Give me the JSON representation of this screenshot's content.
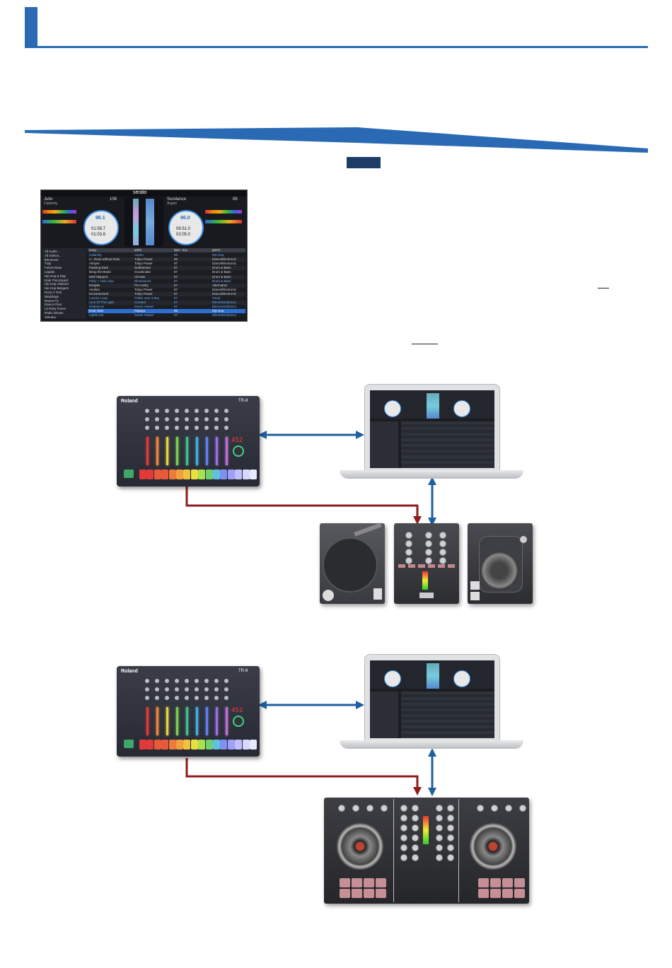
{
  "badge": {
    "label": ""
  },
  "colors": {
    "accent_blue": "#2a6ab5",
    "connector_blue": "#1f5fa0",
    "connector_red": "#8e1c1c",
    "badge_bg": "#1d3d66"
  },
  "tr8": {
    "brand": "Roland",
    "model": "TR-8",
    "display": "452"
  },
  "serato": {
    "deck_left": {
      "artist": "Julio",
      "track": "Calamity",
      "bpm": "106",
      "time1": "01:58.7",
      "time2": "01:03.6",
      "bpm_label": "96.1"
    },
    "deck_right": {
      "artist": "Sundance",
      "track": "Aspen",
      "bpm": "88",
      "time1": "06:51.0",
      "time2": "02:05.0",
      "bpm_label": "96.0"
    },
    "brand": "serato",
    "library_columns": [
      "song",
      "artist",
      "bpm",
      "key",
      "genre"
    ],
    "crates": [
      "All Audio...",
      "All Videos...",
      "Electronic",
      "Trap",
      "Future Bass",
      "Liquids",
      "Hip Hop & Rap",
      "Dark Trenchyard",
      "Hip Hop Classics",
      "Hip Hop Bangers",
      "Rock n' Roll",
      "Weddings",
      "Dance FC",
      "Dance Floor",
      "Lit Party Tunes",
      "Radio Shows",
      "January"
    ],
    "tracks": [
      [
        "Calamity",
        "Aspen",
        "96",
        "",
        "Hip Hop"
      ],
      [
        "A - Rose without Rain",
        "Tokyo Power",
        "96",
        "",
        "Dance/Electronic"
      ],
      [
        "Ashyes",
        "Tokyo Power",
        "87",
        "",
        "Dance/Electronic"
      ],
      [
        "Painting Dark",
        "Nubbiesaur",
        "87",
        "",
        "Drum & Bass"
      ],
      [
        "Bring the Beats",
        "Goodsnake",
        "87",
        "",
        "Drum & Bass"
      ],
      [
        "Well Skipped",
        "Climate",
        "87",
        "",
        "Drum & Bass"
      ],
      [
        "Party + Holic.wav",
        "Dimensions",
        "87",
        "",
        "Drum & Bass"
      ],
      [
        "Respite",
        "Pro Guilty",
        "87",
        "",
        "Alternative"
      ],
      [
        "Aeolian",
        "Tokyo Power",
        "87",
        "",
        "Dance/Electronic"
      ],
      [
        "Knockdorwed",
        "Tokyo Power",
        "87",
        "",
        "Dance/Electronic"
      ],
      [
        "Loveee Loop",
        "Pollen over a Boy",
        "87",
        "",
        "Vocal"
      ],
      [
        "Arch Of The Light",
        "Curated",
        "87",
        "",
        "Electronic/Dance"
      ],
      [
        "Radiances",
        "Green Viewer",
        "87",
        "",
        "Electronic/Dance"
      ],
      [
        "Real Vibin",
        "Papaya",
        "96",
        "",
        "Hip Hop"
      ],
      [
        "Lights Out",
        "Green Viewer",
        "97",
        "",
        "Electronic/Dance"
      ]
    ]
  }
}
